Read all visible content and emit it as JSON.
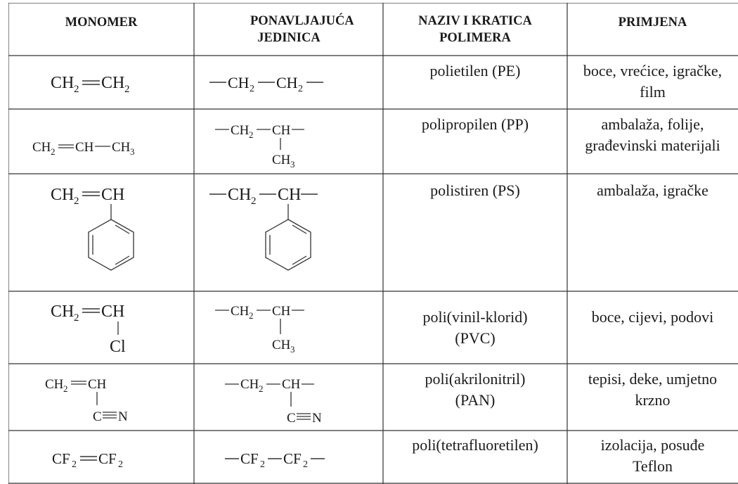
{
  "headers": {
    "monomer": "MONOMER",
    "unit": "PONAVLJAJUĆA JEDINICA",
    "name": "NAZIV I KRATICA POLIMERA",
    "use": "PRIMJENA"
  },
  "rows": [
    {
      "monomer_parts": [
        "CH",
        "2",
        "CH",
        "2"
      ],
      "unit_parts": [
        "CH",
        "2",
        "CH",
        "2"
      ],
      "name_lines": [
        "polietilen (PE)"
      ],
      "use_lines": [
        "boce, vrećice, igračke,",
        "film"
      ]
    },
    {
      "monomer_parts": [
        "CH",
        "2",
        "CH",
        "CH",
        "3"
      ],
      "unit_parts": [
        "CH",
        "2",
        "CH",
        "CH",
        "3"
      ],
      "name_lines": [
        "polipropilen (PP)"
      ],
      "use_lines": [
        "ambalaža, folije,",
        "građevinski materijali"
      ]
    },
    {
      "monomer_parts": [
        "CH",
        "2",
        "CH"
      ],
      "unit_parts": [
        "CH",
        "2",
        "CH"
      ],
      "name_lines": [
        "polistiren (PS)"
      ],
      "use_lines": [
        "ambalaža, igračke"
      ]
    },
    {
      "monomer_parts": [
        "CH",
        "2",
        "CH",
        "Cl"
      ],
      "unit_parts": [
        "CH",
        "2",
        "CH",
        "CH",
        "3"
      ],
      "name_lines": [
        "poli(vinil-klorid)",
        "(PVC)"
      ],
      "use_lines": [
        "boce, cijevi, podovi"
      ]
    },
    {
      "monomer_parts": [
        "CH",
        "2",
        "CH",
        "C",
        "N"
      ],
      "unit_parts": [
        "CH",
        "2",
        "CH",
        "C",
        "N"
      ],
      "name_lines": [
        "poli(akrilonitril)",
        "(PAN)"
      ],
      "use_lines": [
        "tepisi, deke, umjetno",
        "krzno"
      ]
    },
    {
      "monomer_parts": [
        "CF",
        "2",
        "CF",
        "2"
      ],
      "unit_parts": [
        "CF",
        "2",
        "CF",
        "2"
      ],
      "name_lines": [
        "poli(tetrafluoretilen)"
      ],
      "use_lines": [
        "izolacija, posuđe",
        "Teflon"
      ]
    }
  ]
}
